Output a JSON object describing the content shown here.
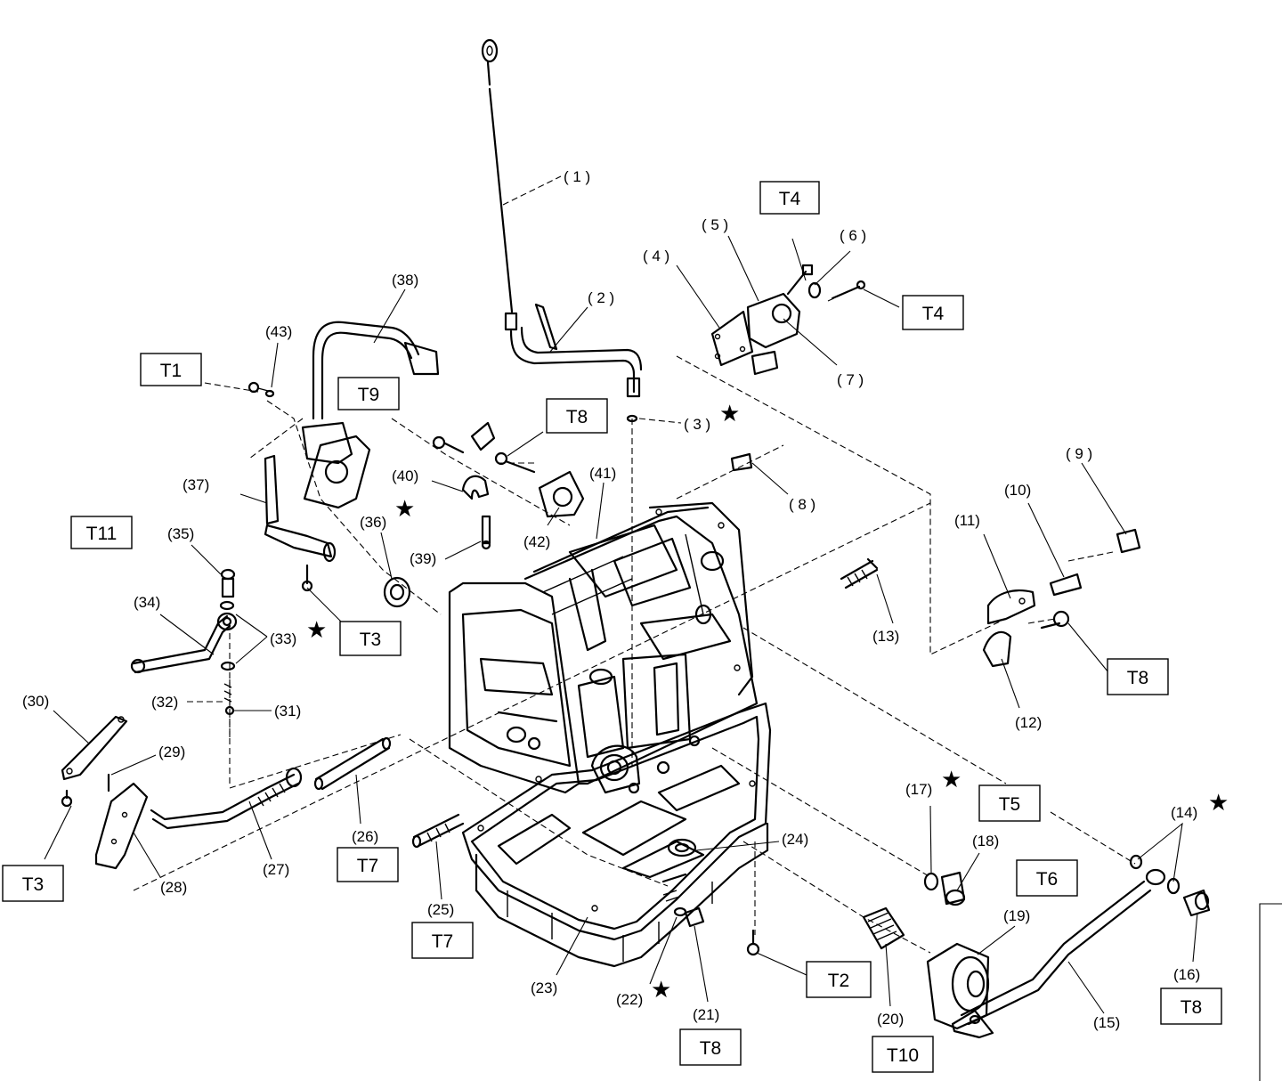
{
  "callouts": [
    {
      "id": "c1",
      "text": "( 1 )"
    },
    {
      "id": "c2",
      "text": "( 2 )"
    },
    {
      "id": "c3",
      "text": "( 3 )"
    },
    {
      "id": "c4",
      "text": "( 4 )"
    },
    {
      "id": "c5",
      "text": "( 5 )"
    },
    {
      "id": "c6",
      "text": "( 6 )"
    },
    {
      "id": "c7",
      "text": "( 7 )"
    },
    {
      "id": "c8",
      "text": "( 8 )"
    },
    {
      "id": "c9",
      "text": "( 9 )"
    },
    {
      "id": "c10",
      "text": "(10)"
    },
    {
      "id": "c11",
      "text": "(11)"
    },
    {
      "id": "c12",
      "text": "(12)"
    },
    {
      "id": "c13",
      "text": "(13)"
    },
    {
      "id": "c14",
      "text": "(14)"
    },
    {
      "id": "c15",
      "text": "(15)"
    },
    {
      "id": "c16",
      "text": "(16)"
    },
    {
      "id": "c17",
      "text": "(17)"
    },
    {
      "id": "c18",
      "text": "(18)"
    },
    {
      "id": "c19",
      "text": "(19)"
    },
    {
      "id": "c20",
      "text": "(20)"
    },
    {
      "id": "c21",
      "text": "(21)"
    },
    {
      "id": "c22",
      "text": "(22)"
    },
    {
      "id": "c23",
      "text": "(23)"
    },
    {
      "id": "c24",
      "text": "(24)"
    },
    {
      "id": "c25",
      "text": "(25)"
    },
    {
      "id": "c26",
      "text": "(26)"
    },
    {
      "id": "c27",
      "text": "(27)"
    },
    {
      "id": "c28",
      "text": "(28)"
    },
    {
      "id": "c29",
      "text": "(29)"
    },
    {
      "id": "c30",
      "text": "(30)"
    },
    {
      "id": "c31",
      "text": "(31)"
    },
    {
      "id": "c32",
      "text": "(32)"
    },
    {
      "id": "c33",
      "text": "(33)"
    },
    {
      "id": "c34",
      "text": "(34)"
    },
    {
      "id": "c35",
      "text": "(35)"
    },
    {
      "id": "c36",
      "text": "(36)"
    },
    {
      "id": "c37",
      "text": "(37)"
    },
    {
      "id": "c38",
      "text": "(38)"
    },
    {
      "id": "c39",
      "text": "(39)"
    },
    {
      "id": "c40",
      "text": "(40)"
    },
    {
      "id": "c41",
      "text": "(41)"
    },
    {
      "id": "c42",
      "text": "(42)"
    },
    {
      "id": "c43",
      "text": "(43)"
    }
  ],
  "torque_boxes": [
    {
      "id": "t1",
      "text": "T1"
    },
    {
      "id": "t9",
      "text": "T9"
    },
    {
      "id": "t8a",
      "text": "T8"
    },
    {
      "id": "t4a",
      "text": "T4"
    },
    {
      "id": "t4b",
      "text": "T4"
    },
    {
      "id": "t11",
      "text": "T11"
    },
    {
      "id": "t3a",
      "text": "T3"
    },
    {
      "id": "t3b",
      "text": "T3"
    },
    {
      "id": "t8b",
      "text": "T8"
    },
    {
      "id": "t5",
      "text": "T5"
    },
    {
      "id": "t6",
      "text": "T6"
    },
    {
      "id": "t7a",
      "text": "T7"
    },
    {
      "id": "t7b",
      "text": "T7"
    },
    {
      "id": "t2",
      "text": "T2"
    },
    {
      "id": "t8c",
      "text": "T8"
    },
    {
      "id": "t10",
      "text": "T10"
    },
    {
      "id": "t8d",
      "text": "T8"
    }
  ],
  "star_symbol": "★",
  "line_color": "#000000",
  "background": "#ffffff"
}
